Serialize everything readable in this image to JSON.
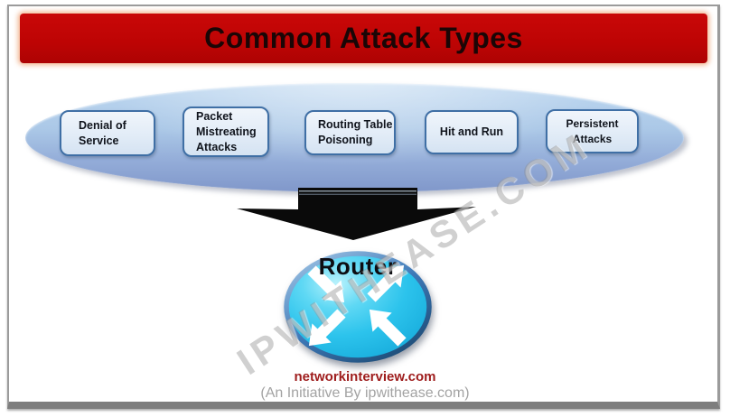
{
  "header": {
    "title": "Common Attack Types"
  },
  "attack_types": {
    "boxes": [
      {
        "label": "Denial of\nService"
      },
      {
        "label": "Packet\nMistreating\nAttacks"
      },
      {
        "label": "Routing Table\nPoisoning"
      },
      {
        "label": "Hit and Run"
      },
      {
        "label": "Persistent Attacks"
      }
    ]
  },
  "router": {
    "label": "Router"
  },
  "watermark": {
    "text": "IPWITHEASE.COM"
  },
  "footer": {
    "site": "networkinterview.com",
    "initiative": "(An Initiative By ipwithease.com)"
  },
  "colors": {
    "banner_red": "#bd0404",
    "title_text": "#1a0606",
    "ellipse_top": "#bdd7f0",
    "ellipse_bottom": "#8097ca",
    "box_fill": "#e2ecf7",
    "box_border": "#3f6fa5",
    "arrow_black": "#0a0a0a",
    "router_cyan": "#2cc3ec",
    "router_border": "#1f4e79",
    "footer_red": "#9e1c1c",
    "footer_gray": "#a3a3a3"
  }
}
